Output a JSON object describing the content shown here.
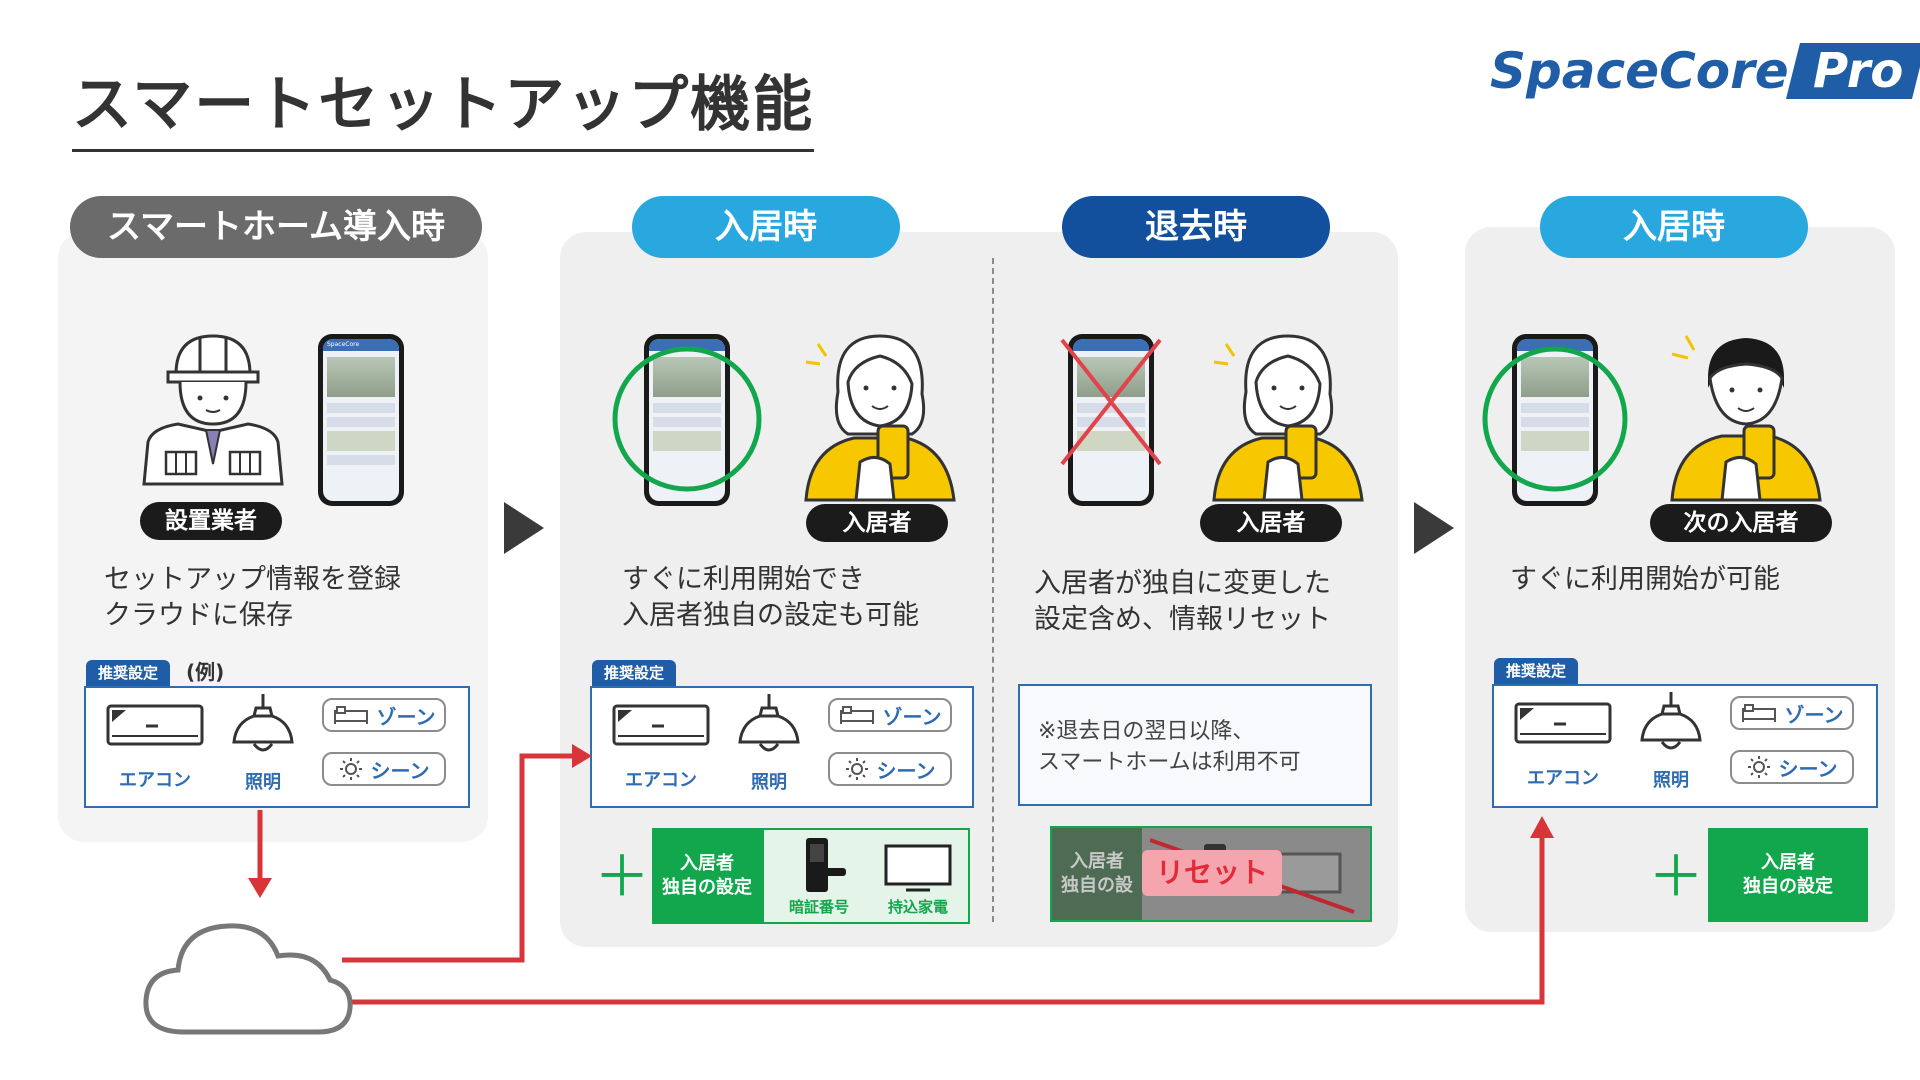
{
  "title": "スマートセットアップ機能",
  "brand": {
    "name": "SpaceCore",
    "suffix": "Pro",
    "color": "#1f5da7"
  },
  "colors": {
    "gray_pill": "#6b6b6b",
    "cyan_pill": "#29a8e0",
    "navy_pill": "#12509e",
    "green": "#12a74c",
    "red_arrow": "#d8353a",
    "blue": "#2f6cb0"
  },
  "sections": [
    {
      "heading": "スマートホーム導入時",
      "role": "設置業者",
      "desc": [
        "セットアップ情報を登録",
        "クラウドに保存"
      ]
    },
    {
      "heading": "入居時",
      "role": "入居者",
      "desc": [
        "すぐに利用開始でき",
        "入居者独自の設定も可能"
      ]
    },
    {
      "heading": "退去時",
      "role": "入居者",
      "desc": [
        "入居者が独自に変更した",
        "設定含め、情報リセット"
      ]
    },
    {
      "heading": "入居時",
      "role": "次の入居者",
      "desc": [
        "すぐに利用開始が可能"
      ]
    }
  ],
  "recommended": {
    "tab": "推奨設定",
    "example": "(例)",
    "aircon": "エアコン",
    "light": "照明",
    "zone": "ゾーン",
    "scene": "シーン"
  },
  "custom": {
    "label_line1": "入居者",
    "label_line2": "独自の設定",
    "pin": "暗証番号",
    "appliance": "持込家電"
  },
  "moveout": {
    "note_line1": "※退去日の翌日以降、",
    "note_line2": "スマートホームは利用不可",
    "reset": "リセット",
    "faded_line1": "入居者",
    "faded_line2": "独自の設"
  },
  "phone": {
    "app_name": "SpaceCore"
  }
}
